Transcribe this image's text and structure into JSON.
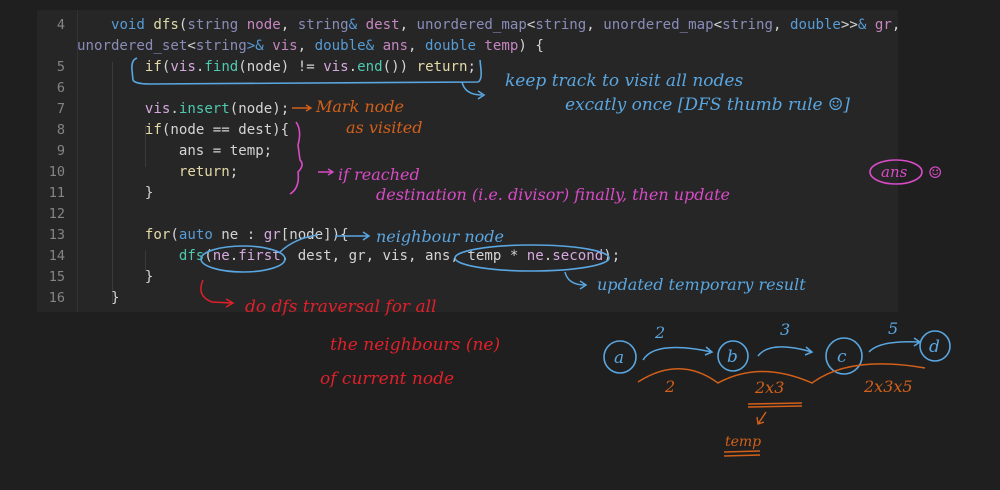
{
  "editor": {
    "lines": [
      {
        "num": "4",
        "tokens": [
          [
            "    ",
            "pl"
          ],
          [
            "void ",
            "kw"
          ],
          [
            "dfs",
            "fn"
          ],
          [
            "(",
            "pl"
          ],
          [
            "string ",
            "ty"
          ],
          [
            "node",
            "pa"
          ],
          [
            ", ",
            "pl"
          ],
          [
            "string",
            "ty"
          ],
          [
            "& ",
            "kw"
          ],
          [
            "dest",
            "pa"
          ],
          [
            ", ",
            "pl"
          ],
          [
            "unordered_map",
            "ty"
          ],
          [
            "<",
            "pl"
          ],
          [
            "string",
            "ty"
          ],
          [
            ", ",
            "pl"
          ],
          [
            "unordered_map",
            "ty"
          ],
          [
            "<",
            "pl"
          ],
          [
            "string",
            "ty"
          ],
          [
            ", ",
            "pl"
          ],
          [
            "double",
            "kw"
          ],
          [
            ">>",
            "pl"
          ],
          [
            "& ",
            "kw"
          ],
          [
            "gr",
            "pa"
          ],
          [
            ",",
            "pl"
          ]
        ]
      },
      {
        "num": "",
        "tokens": [
          [
            "unordered_set",
            "ty"
          ],
          [
            "<",
            "pl"
          ],
          [
            "string",
            "ty"
          ],
          [
            ">& ",
            "kw"
          ],
          [
            "vis",
            "pa"
          ],
          [
            ", ",
            "pl"
          ],
          [
            "double",
            "kw"
          ],
          [
            "& ",
            "kw"
          ],
          [
            "ans",
            "pa"
          ],
          [
            ", ",
            "pl"
          ],
          [
            "double ",
            "kw"
          ],
          [
            "temp",
            "pa"
          ],
          [
            ") {",
            "pl"
          ]
        ]
      },
      {
        "num": "5",
        "tokens": [
          [
            "        ",
            "pl"
          ],
          [
            "if",
            "ct"
          ],
          [
            "(",
            "pl"
          ],
          [
            "vis",
            "va"
          ],
          [
            ".",
            "pl"
          ],
          [
            "find",
            "me"
          ],
          [
            "(",
            "pl"
          ],
          [
            "node",
            "pl"
          ],
          [
            ") != ",
            "pl"
          ],
          [
            "vis",
            "va"
          ],
          [
            ".",
            "pl"
          ],
          [
            "end",
            "me"
          ],
          [
            "()) ",
            "pl"
          ],
          [
            "return",
            "ct"
          ],
          [
            ";",
            "pl"
          ]
        ]
      },
      {
        "num": "6",
        "tokens": []
      },
      {
        "num": "7",
        "tokens": [
          [
            "        ",
            "pl"
          ],
          [
            "vis",
            "va"
          ],
          [
            ".",
            "pl"
          ],
          [
            "insert",
            "me"
          ],
          [
            "(node);",
            "pl"
          ]
        ]
      },
      {
        "num": "8",
        "tokens": [
          [
            "        ",
            "pl"
          ],
          [
            "if",
            "ct"
          ],
          [
            "(node == dest){",
            "pl"
          ]
        ]
      },
      {
        "num": "9",
        "tokens": [
          [
            "            ",
            "pl"
          ],
          [
            "ans = temp;",
            "pl"
          ]
        ]
      },
      {
        "num": "10",
        "tokens": [
          [
            "            ",
            "pl"
          ],
          [
            "return",
            "ct"
          ],
          [
            ";",
            "pl"
          ]
        ]
      },
      {
        "num": "11",
        "tokens": [
          [
            "        ",
            "pl"
          ],
          [
            "}",
            "pl"
          ]
        ]
      },
      {
        "num": "12",
        "tokens": []
      },
      {
        "num": "13",
        "tokens": [
          [
            "        ",
            "pl"
          ],
          [
            "for",
            "ct"
          ],
          [
            "(",
            "pl"
          ],
          [
            "auto ",
            "kw"
          ],
          [
            "ne : ",
            "pl"
          ],
          [
            "gr",
            "va"
          ],
          [
            "[node]){",
            "pl"
          ]
        ]
      },
      {
        "num": "14",
        "tokens": [
          [
            "            ",
            "pl"
          ],
          [
            "dfs",
            "me"
          ],
          [
            "(",
            "pl"
          ],
          [
            "ne",
            "va"
          ],
          [
            ".",
            "pl"
          ],
          [
            "first",
            "va"
          ],
          [
            ", dest, gr, vis, ans, temp * ",
            "pl"
          ],
          [
            "ne",
            "va"
          ],
          [
            ".",
            "pl"
          ],
          [
            "second",
            "va"
          ],
          [
            ");",
            "pl"
          ]
        ]
      },
      {
        "num": "15",
        "tokens": [
          [
            "        ",
            "pl"
          ],
          [
            "}",
            "pl"
          ]
        ]
      },
      {
        "num": "16",
        "tokens": [
          [
            "    ",
            "pl"
          ],
          [
            "}",
            "pl"
          ]
        ]
      }
    ]
  },
  "annotations": {
    "keep_track": "keep track to visit all nodes",
    "exactly_once": "excatly once [DFS thumb rule ☺]",
    "mark_node": "Mark node",
    "as_visited": "as visited",
    "if_reached": "if reached",
    "destination": "destination (i.e. divisor) finally, then update",
    "ans": "ans",
    "smile": "☺",
    "neighbour_node": "neighbour node",
    "updated_result": "updated temporary result",
    "dfs_all": "do dfs traversal for all",
    "the_neighbours": "the neighbours (ne)",
    "current_node": "of current node"
  },
  "diagram": {
    "nodes": [
      "a",
      "b",
      "c",
      "d"
    ],
    "weights": [
      "2",
      "3",
      "5"
    ],
    "products": [
      "2",
      "2x3",
      "2x3x5"
    ],
    "temp_label": "temp"
  },
  "colors": {
    "blue_ink": "#5aa6e0",
    "orange_ink": "#d2601a",
    "pink_ink": "#d84bc6",
    "red_ink": "#e0202a"
  }
}
